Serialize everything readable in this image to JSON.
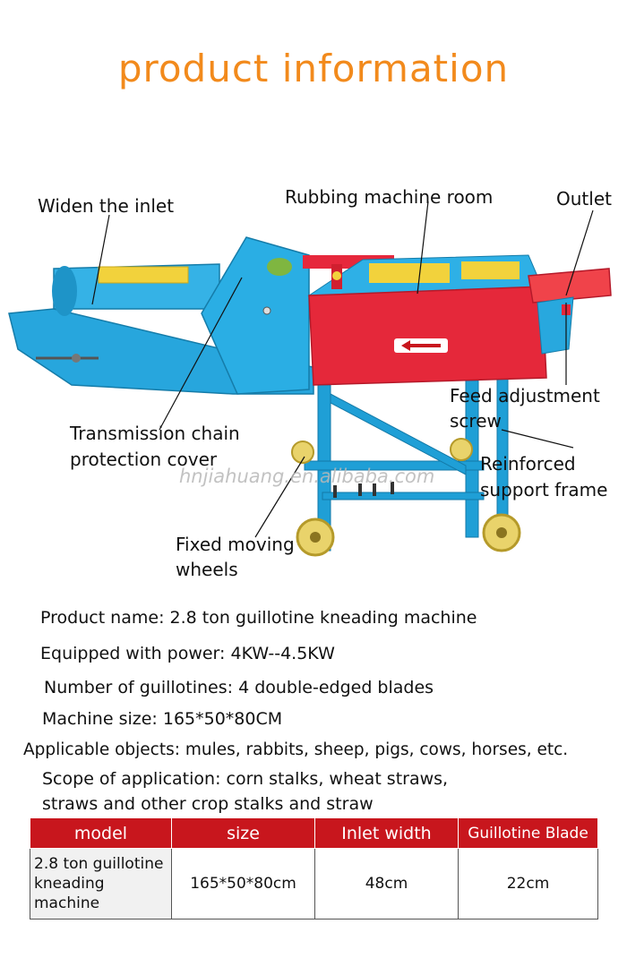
{
  "title": "product information",
  "callouts": {
    "inlet": "Widen the inlet",
    "room": "Rubbing machine room",
    "outlet": "Outlet",
    "feed_1": "Feed adjustment",
    "feed_2": "screw",
    "chain_1": "Transmission chain",
    "chain_2": "protection cover",
    "frame_1": "Reinforced",
    "frame_2": "support frame",
    "wheels_1": "Fixed moving",
    "wheels_2": "wheels"
  },
  "watermark": "hnjiahuang.en.alibaba.com",
  "specs": [
    "Product name: 2.8 ton guillotine kneading machine",
    "Equipped with power: 4KW--4.5KW",
    "Number of guillotines: 4 double-edged blades",
    "Machine size: 165*50*80CM",
    "Applicable objects: mules, rabbits, sheep, pigs, cows, horses, etc.",
    "Scope of application: corn stalks, wheat straws,",
    "straws and other crop stalks and straw"
  ],
  "table": {
    "headers": [
      "model",
      "size",
      "Inlet width",
      "Guillotine Blade"
    ],
    "row": [
      "2.8 ton guillotine kneading machine",
      "165*50*80cm",
      "48cm",
      "22cm"
    ]
  },
  "colors": {
    "title": "#f28a1c",
    "machine_blue": "#22a8de",
    "machine_red": "#e5283a",
    "table_header": "#c8161d"
  }
}
